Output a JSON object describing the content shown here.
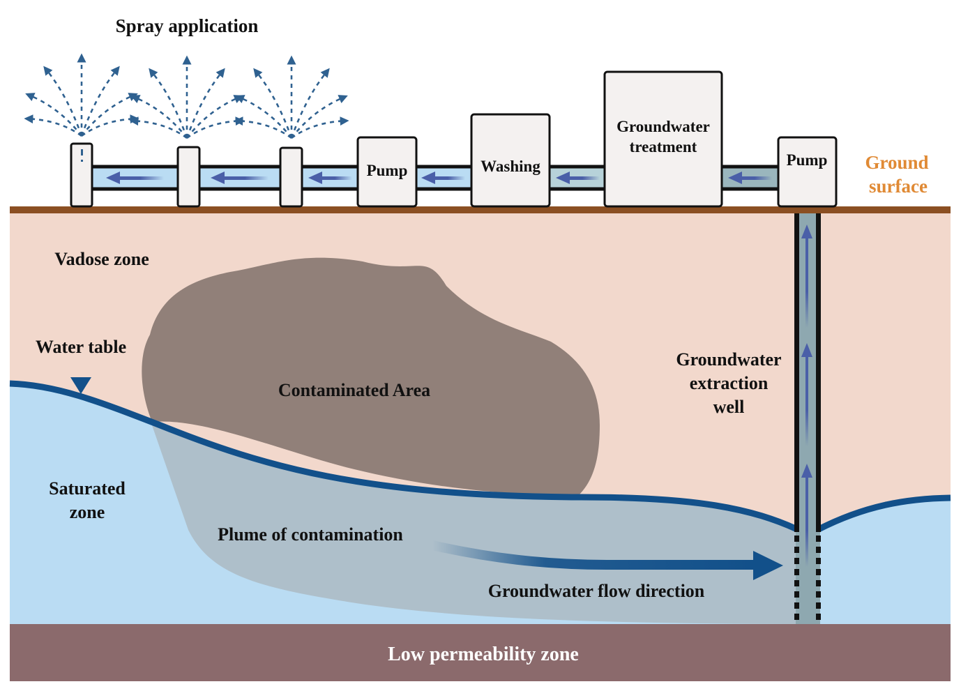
{
  "title": "Spray application",
  "labels": {
    "ground_surface": [
      "Ground",
      "surface"
    ],
    "vadose_zone": "Vadose zone",
    "water_table": "Water table",
    "contaminated_area": "Contaminated Area",
    "saturated_zone": [
      "Saturated",
      "zone"
    ],
    "plume": "Plume of contamination",
    "flow_direction": "Groundwater flow direction",
    "extraction_well": [
      "Groundwater",
      "extraction",
      "well"
    ],
    "low_permeability": "Low permeability zone"
  },
  "components": {
    "pump_1": "Pump",
    "washing": "Washing",
    "treatment": [
      "Groundwater",
      "treatment"
    ],
    "pump_2": "Pump"
  },
  "colors": {
    "ground_line": "#8b4f22",
    "vadose": "#f2d8cc",
    "saturated": "#badcf3",
    "plume": "#aebfca",
    "contaminated": "#918079",
    "water_table_line": "#12508a",
    "low_permeability": "#8b6a6c",
    "ground_surface_text": "#e08a35",
    "arrow": "#4a5fa8",
    "spray": "#2f6190",
    "box_fill": "#f4f1f0",
    "well_fill": "#8ea8b0"
  }
}
